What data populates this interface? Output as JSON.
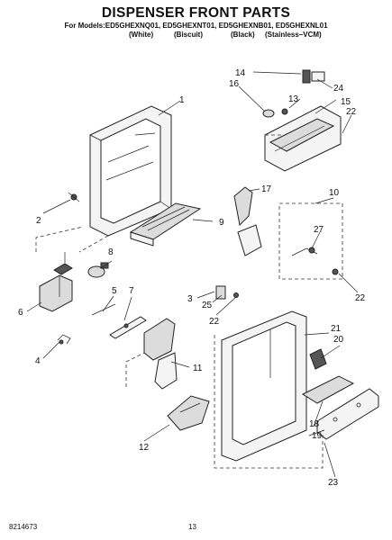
{
  "header": {
    "title": "DISPENSER FRONT PARTS",
    "models": "For Models:ED5GHEXNQ01, ED5GHEXNT01, ED5GHEXNB01, ED5GHEXNL01",
    "colors": [
      "(White)",
      "(Biscuit)",
      "(Black)",
      "(Stainless–VCM)"
    ]
  },
  "callouts": [
    "1",
    "2",
    "3",
    "4",
    "5",
    "6",
    "7",
    "8",
    "9",
    "10",
    "11",
    "12",
    "13",
    "14",
    "15",
    "16",
    "17",
    "18",
    "19",
    "20",
    "21",
    "22",
    "23",
    "24",
    "25",
    "27"
  ],
  "footer": {
    "doc_number": "8214673",
    "page_number": "13"
  }
}
